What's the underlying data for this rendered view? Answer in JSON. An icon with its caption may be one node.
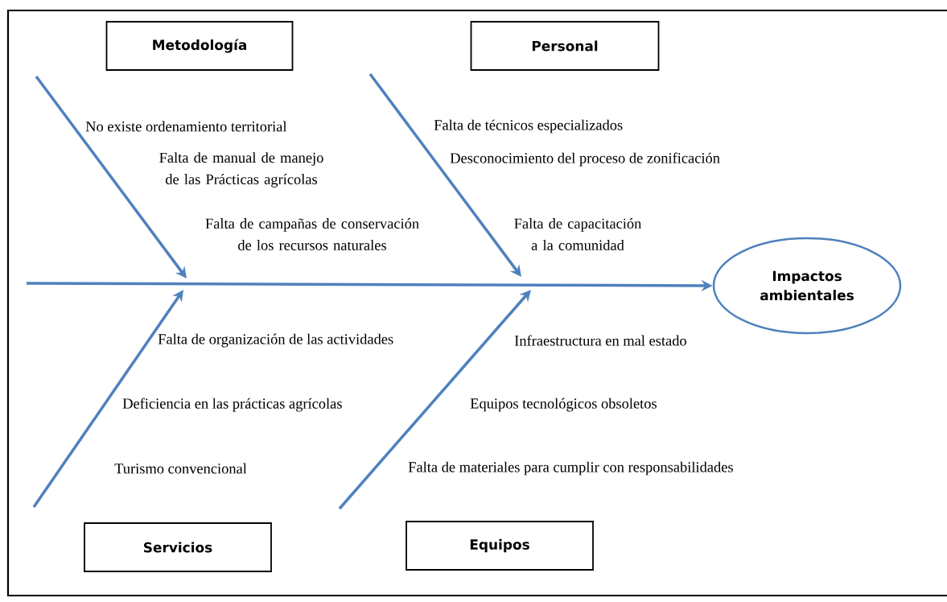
{
  "diagram": {
    "nodes": [
      {
        "text": [
          "Metodología"
        ]
      },
      {
        "text": [
          "Personal"
        ]
      },
      {
        "text": [
          "Servicios"
        ]
      },
      {
        "text": [
          "Equipos"
        ]
      },
      {
        "text": [
          "Impactos ambientales"
        ]
      }
    ],
    "edges": [
      {
        "from": null,
        "to": 4,
        "arrow": "to"
      }
    ],
    "labels": [
      "No existe ordenamiento territorial",
      "Falta de técnicos especializados",
      "Falta de manual de manejo de las Prácticas agrícolas",
      "Desconocimiento del proceso de zonificación",
      "Falta de campañas de conservación de los recursos naturales",
      "Falta de capacitación a la comunidad",
      "Falta de organización de las actividades",
      "Infraestructura en mal estado",
      "Deficiencia en las prácticas agrícolas",
      "Equipos tecnológicos obsoletos",
      "Turismo convencional",
      "Falta de materiales para cumplir con responsabilidades"
    ]
  }
}
